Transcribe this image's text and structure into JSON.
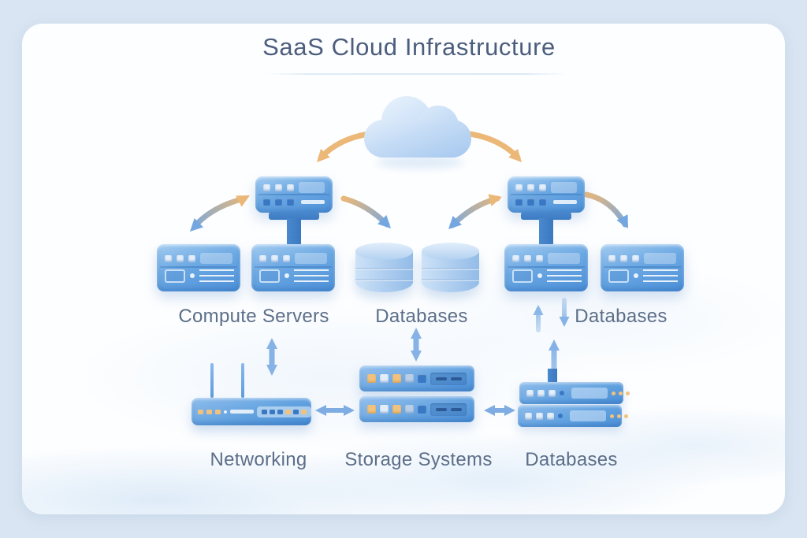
{
  "title": "SaaS Cloud Infrastructure",
  "sections": {
    "compute_servers": "Compute Servers",
    "databases_center": "Databases",
    "databases_right": "Databases",
    "networking": "Networking",
    "storage_systems": "Storage Systems",
    "databases_bottom": "Databases"
  },
  "nodes": [
    {
      "id": "cloud",
      "type": "cloud"
    },
    {
      "id": "app-server-left",
      "type": "server-with-stand"
    },
    {
      "id": "app-server-right",
      "type": "server-with-stand"
    },
    {
      "id": "compute-server-1",
      "type": "server",
      "group": "Compute Servers"
    },
    {
      "id": "compute-server-2",
      "type": "server",
      "group": "Compute Servers"
    },
    {
      "id": "database-cylinder-1",
      "type": "database-cylinder",
      "group": "Databases"
    },
    {
      "id": "database-cylinder-2",
      "type": "database-cylinder",
      "group": "Databases"
    },
    {
      "id": "db-server-1",
      "type": "server",
      "group": "Databases"
    },
    {
      "id": "db-server-2",
      "type": "server",
      "group": "Databases"
    },
    {
      "id": "router",
      "type": "wireless-router",
      "group": "Networking"
    },
    {
      "id": "storage-stack",
      "type": "storage-rack-2u",
      "group": "Storage Systems"
    },
    {
      "id": "database-rack",
      "type": "server-rack-2u",
      "group": "Databases"
    }
  ],
  "connections": [
    {
      "from": "cloud",
      "to": "app-server-left",
      "style": "curved",
      "color": "orange"
    },
    {
      "from": "cloud",
      "to": "app-server-right",
      "style": "curved",
      "color": "orange"
    },
    {
      "from": "app-server-left",
      "to": "compute-server-1",
      "style": "curved",
      "color": "orange-to-blue",
      "bidirectional": true
    },
    {
      "from": "app-server-left",
      "to": "database-cylinders",
      "style": "curved",
      "color": "orange-to-blue"
    },
    {
      "from": "database-cylinders",
      "to": "app-server-right",
      "style": "curved",
      "color": "blue-to-orange",
      "bidirectional": true
    },
    {
      "from": "app-server-right",
      "to": "db-server-2",
      "style": "curved",
      "color": "orange-to-blue"
    },
    {
      "from": "compute-servers",
      "to": "networking",
      "style": "straight-vertical",
      "bidirectional": true
    },
    {
      "from": "databases-center",
      "to": "storage-systems",
      "style": "straight-vertical",
      "bidirectional": true
    },
    {
      "from": "databases-bottom",
      "to": "databases-right",
      "style": "straight-vertical-up-down-pair"
    },
    {
      "from": "database-rack",
      "to": "databases-right",
      "style": "straight-vertical",
      "direction": "up"
    },
    {
      "from": "networking",
      "to": "storage-systems",
      "style": "straight-horizontal",
      "bidirectional": true
    },
    {
      "from": "storage-systems",
      "to": "database-rack",
      "style": "straight-horizontal",
      "bidirectional": true
    }
  ],
  "colors": {
    "page_background": "#d9e5f2",
    "card_background": "#fdfeff",
    "title_text": "#4c5d7d",
    "label_text": "#5c6e88",
    "server_blue": "#4d90d8",
    "server_blue_light": "#a3ccf1",
    "cylinder_blue": "#b2d0f0",
    "arrow_orange": "#ecb878",
    "arrow_blue": "#74a7e0",
    "accent_orange": "#f0c27e"
  }
}
